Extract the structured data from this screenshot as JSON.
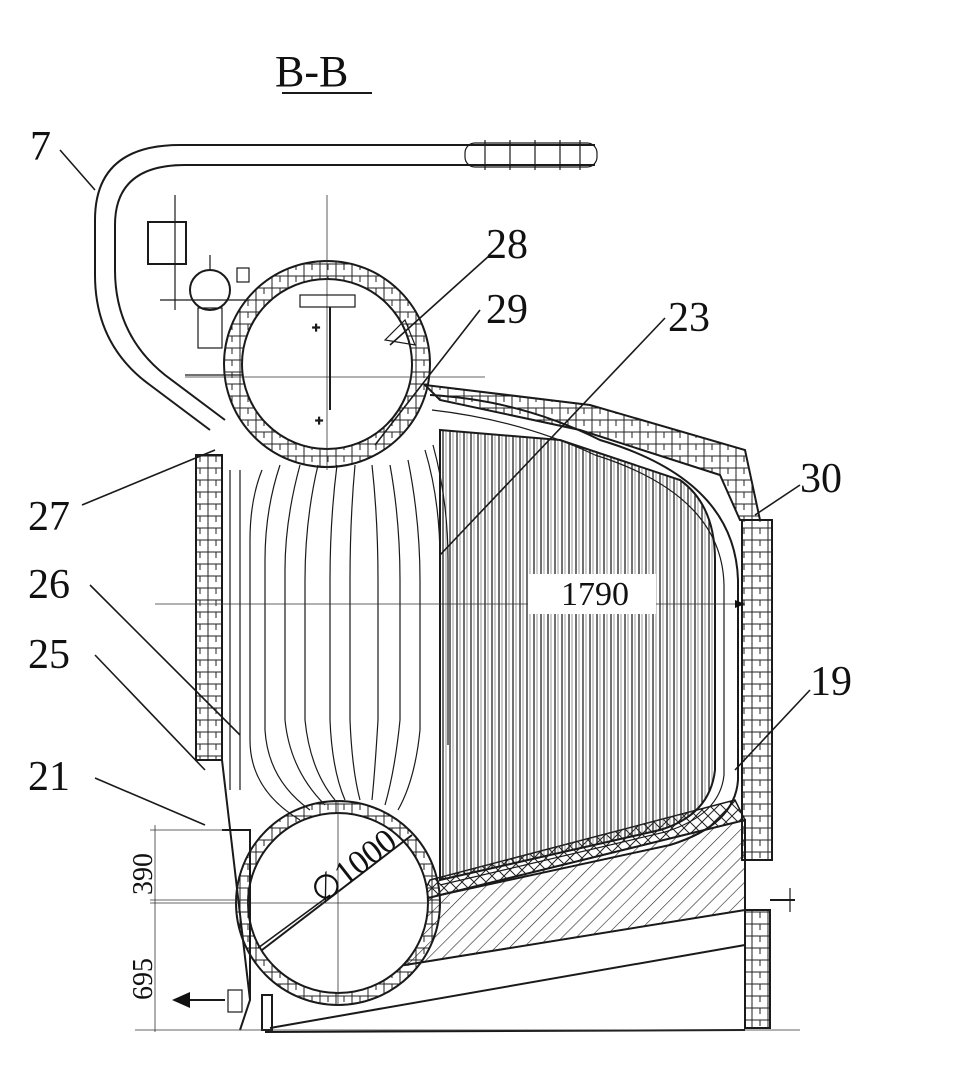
{
  "title": "B-B",
  "callouts": [
    {
      "id": "7",
      "text": "7"
    },
    {
      "id": "28",
      "text": "28"
    },
    {
      "id": "29",
      "text": "29"
    },
    {
      "id": "23",
      "text": "23"
    },
    {
      "id": "30",
      "text": "30"
    },
    {
      "id": "27",
      "text": "27"
    },
    {
      "id": "26",
      "text": "26"
    },
    {
      "id": "25",
      "text": "25"
    },
    {
      "id": "19",
      "text": "19"
    },
    {
      "id": "21",
      "text": "21"
    }
  ],
  "dimensions": {
    "width": "1790",
    "diameter": "∅1000",
    "height_upper": "390",
    "height_lower": "695"
  }
}
